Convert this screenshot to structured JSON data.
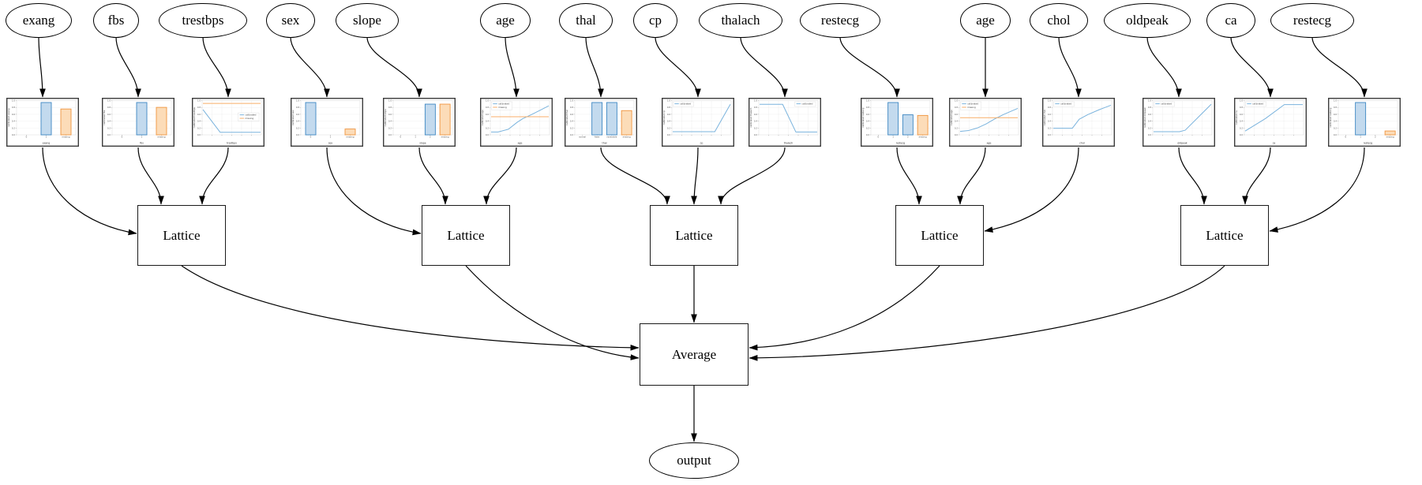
{
  "nodes": {
    "inputs": [
      {
        "label": "exang"
      },
      {
        "label": "fbs"
      },
      {
        "label": "trestbps"
      },
      {
        "label": "sex"
      },
      {
        "label": "slope"
      },
      {
        "label": "age"
      },
      {
        "label": "thal"
      },
      {
        "label": "cp"
      },
      {
        "label": "thalach"
      },
      {
        "label": "restecg"
      },
      {
        "label": "age"
      },
      {
        "label": "chol"
      },
      {
        "label": "oldpeak"
      },
      {
        "label": "ca"
      },
      {
        "label": "restecg"
      }
    ],
    "lattices": [
      {
        "label": "Lattice"
      },
      {
        "label": "Lattice"
      },
      {
        "label": "Lattice"
      },
      {
        "label": "Lattice"
      },
      {
        "label": "Lattice"
      }
    ],
    "combiner": {
      "label": "Average"
    },
    "output": {
      "label": "output"
    }
  },
  "structure": {
    "groups": [
      [
        0,
        1,
        2
      ],
      [
        3,
        4,
        5
      ],
      [
        6,
        7,
        8
      ],
      [
        9,
        10,
        11
      ],
      [
        12,
        13,
        14
      ]
    ],
    "lattices_feed": "Average",
    "combiner_feeds": "output"
  },
  "axis": {
    "yticks": [
      "0.0",
      "0.2",
      "0.4",
      "0.6",
      "0.8",
      "1.0"
    ]
  },
  "colors": {
    "bar_blue_edge": "#3e87c3",
    "bar_blue_fill": "#c3daee",
    "bar_orange_edge": "#f0953f",
    "bar_orange_fill": "#fcdcb8",
    "line_blue": "#7ab3dd",
    "line_orange": "#f8ae68",
    "node_border": "#000000",
    "chart_border": "#3c3c3c",
    "edge_color": "#000000",
    "background": "#ffffff"
  },
  "chart_data": [
    {
      "type": "bar",
      "xlabel": "exang",
      "ylabel": "calibrated exang",
      "categories": [
        "0",
        "1",
        "missing"
      ],
      "values": [
        0,
        1.0,
        0.8
      ],
      "bar_colors": [
        "blue",
        "blue",
        "orange"
      ]
    },
    {
      "type": "bar",
      "xlabel": "fbs",
      "ylabel": "calibrated fbs",
      "categories": [
        "0",
        "1",
        "missing"
      ],
      "values": [
        0,
        1.0,
        0.85
      ],
      "bar_colors": [
        "blue",
        "blue",
        "orange"
      ]
    },
    {
      "type": "line",
      "xlabel": "trestbps",
      "ylabel": "calibrated trestbps",
      "series": [
        {
          "name": "calibrated",
          "color": "blue",
          "points": [
            [
              0,
              0.76
            ],
            [
              0.3,
              0.03
            ],
            [
              1,
              0.03
            ]
          ]
        },
        {
          "name": "missing",
          "color": "orange",
          "points": [
            [
              0,
              0.96
            ],
            [
              1,
              0.96
            ]
          ]
        }
      ],
      "legend": {
        "position": "mid-right",
        "entries": [
          "calibrated",
          "missing"
        ]
      }
    },
    {
      "type": "bar",
      "xlabel": "sex",
      "ylabel": "calibrated sex",
      "categories": [
        "0",
        "1",
        "missing"
      ],
      "values": [
        1.0,
        0,
        0.18
      ],
      "bar_colors": [
        "blue",
        "blue",
        "orange"
      ]
    },
    {
      "type": "bar",
      "xlabel": "slope",
      "ylabel": "calibrated slope",
      "categories": [
        "0",
        "1",
        "2",
        "missing"
      ],
      "values": [
        0,
        0,
        0.95,
        0.95
      ],
      "bar_colors": [
        "blue",
        "blue",
        "blue",
        "orange"
      ]
    },
    {
      "type": "line",
      "xlabel": "age",
      "ylabel": "calibrated age",
      "series": [
        {
          "name": "calibrated",
          "color": "blue",
          "points": [
            [
              0,
              0.04
            ],
            [
              0.12,
              0.04
            ],
            [
              0.3,
              0.13
            ],
            [
              0.45,
              0.35
            ],
            [
              0.55,
              0.47
            ],
            [
              0.7,
              0.6
            ],
            [
              0.85,
              0.74
            ],
            [
              1,
              0.88
            ]
          ]
        },
        {
          "name": "missing",
          "color": "orange",
          "points": [
            [
              0,
              0.53
            ],
            [
              1,
              0.53
            ]
          ]
        }
      ],
      "legend": {
        "position": "top-left",
        "entries": [
          "calibrated",
          "missing"
        ]
      }
    },
    {
      "type": "bar",
      "xlabel": "thal",
      "ylabel": "calibrated thal",
      "categories": [
        "normal",
        "fixed",
        "reversible",
        "missing"
      ],
      "values": [
        0,
        1.0,
        1.0,
        0.75
      ],
      "bar_colors": [
        "blue",
        "blue",
        "blue",
        "orange"
      ]
    },
    {
      "type": "line",
      "xlabel": "cp",
      "ylabel": "calibrated cp",
      "series": [
        {
          "name": "calibrated",
          "color": "blue",
          "points": [
            [
              0,
              0.05
            ],
            [
              0.73,
              0.05
            ],
            [
              1,
              0.93
            ]
          ]
        }
      ],
      "legend": {
        "position": "top-left",
        "entries": [
          "calibrated"
        ]
      }
    },
    {
      "type": "line",
      "xlabel": "thalach",
      "ylabel": "calibrated thalach",
      "series": [
        {
          "name": "calibrated",
          "color": "blue",
          "points": [
            [
              0,
              0.93
            ],
            [
              0.4,
              0.93
            ],
            [
              0.63,
              0.04
            ],
            [
              1,
              0.04
            ]
          ]
        }
      ],
      "legend": {
        "position": "top-right",
        "entries": [
          "calibrated"
        ]
      }
    },
    {
      "type": "bar",
      "xlabel": "restecg",
      "ylabel": "calibrated restecg",
      "categories": [
        "0",
        "1",
        "2",
        "missing"
      ],
      "values": [
        0,
        1.0,
        0.62,
        0.6
      ],
      "bar_colors": [
        "blue",
        "blue",
        "blue",
        "orange"
      ]
    },
    {
      "type": "line",
      "xlabel": "age",
      "ylabel": "calibrated age",
      "series": [
        {
          "name": "calibrated",
          "color": "blue",
          "points": [
            [
              0,
              0.06
            ],
            [
              0.15,
              0.09
            ],
            [
              0.3,
              0.17
            ],
            [
              0.45,
              0.3
            ],
            [
              0.6,
              0.46
            ],
            [
              0.75,
              0.6
            ],
            [
              0.9,
              0.72
            ],
            [
              1,
              0.8
            ]
          ]
        },
        {
          "name": "missing",
          "color": "orange",
          "points": [
            [
              0,
              0.5
            ],
            [
              1,
              0.5
            ]
          ]
        }
      ],
      "legend": {
        "position": "top-left",
        "entries": [
          "calibrated",
          "missing"
        ]
      }
    },
    {
      "type": "line",
      "xlabel": "chol",
      "ylabel": "calibrated chol",
      "series": [
        {
          "name": "calibrated",
          "color": "blue",
          "points": [
            [
              0,
              0.16
            ],
            [
              0.33,
              0.16
            ],
            [
              0.45,
              0.45
            ],
            [
              0.6,
              0.6
            ],
            [
              0.8,
              0.76
            ],
            [
              1,
              0.9
            ]
          ]
        }
      ],
      "legend": {
        "position": "top-left",
        "entries": [
          "calibrated"
        ]
      }
    },
    {
      "type": "line",
      "xlabel": "oldpeak",
      "ylabel": "calibrated oldpeak",
      "series": [
        {
          "name": "calibrated",
          "color": "blue",
          "points": [
            [
              0,
              0.05
            ],
            [
              0.45,
              0.05
            ],
            [
              0.55,
              0.1
            ],
            [
              1,
              0.93
            ]
          ]
        }
      ],
      "legend": {
        "position": "top-left",
        "entries": [
          "calibrated"
        ]
      }
    },
    {
      "type": "line",
      "xlabel": "ca",
      "ylabel": "calibrated ca",
      "series": [
        {
          "name": "calibrated",
          "color": "blue",
          "points": [
            [
              0,
              0.07
            ],
            [
              0.35,
              0.47
            ],
            [
              0.68,
              0.92
            ],
            [
              1,
              0.92
            ]
          ]
        }
      ],
      "legend": {
        "position": "top-left",
        "entries": [
          "calibrated"
        ]
      }
    },
    {
      "type": "bar",
      "xlabel": "restecg",
      "ylabel": "calibrated restecg",
      "categories": [
        "0",
        "1",
        "2",
        "missing"
      ],
      "values": [
        0,
        1.0,
        0,
        0.12
      ],
      "bar_colors": [
        "blue",
        "blue",
        "blue",
        "orange"
      ]
    }
  ]
}
